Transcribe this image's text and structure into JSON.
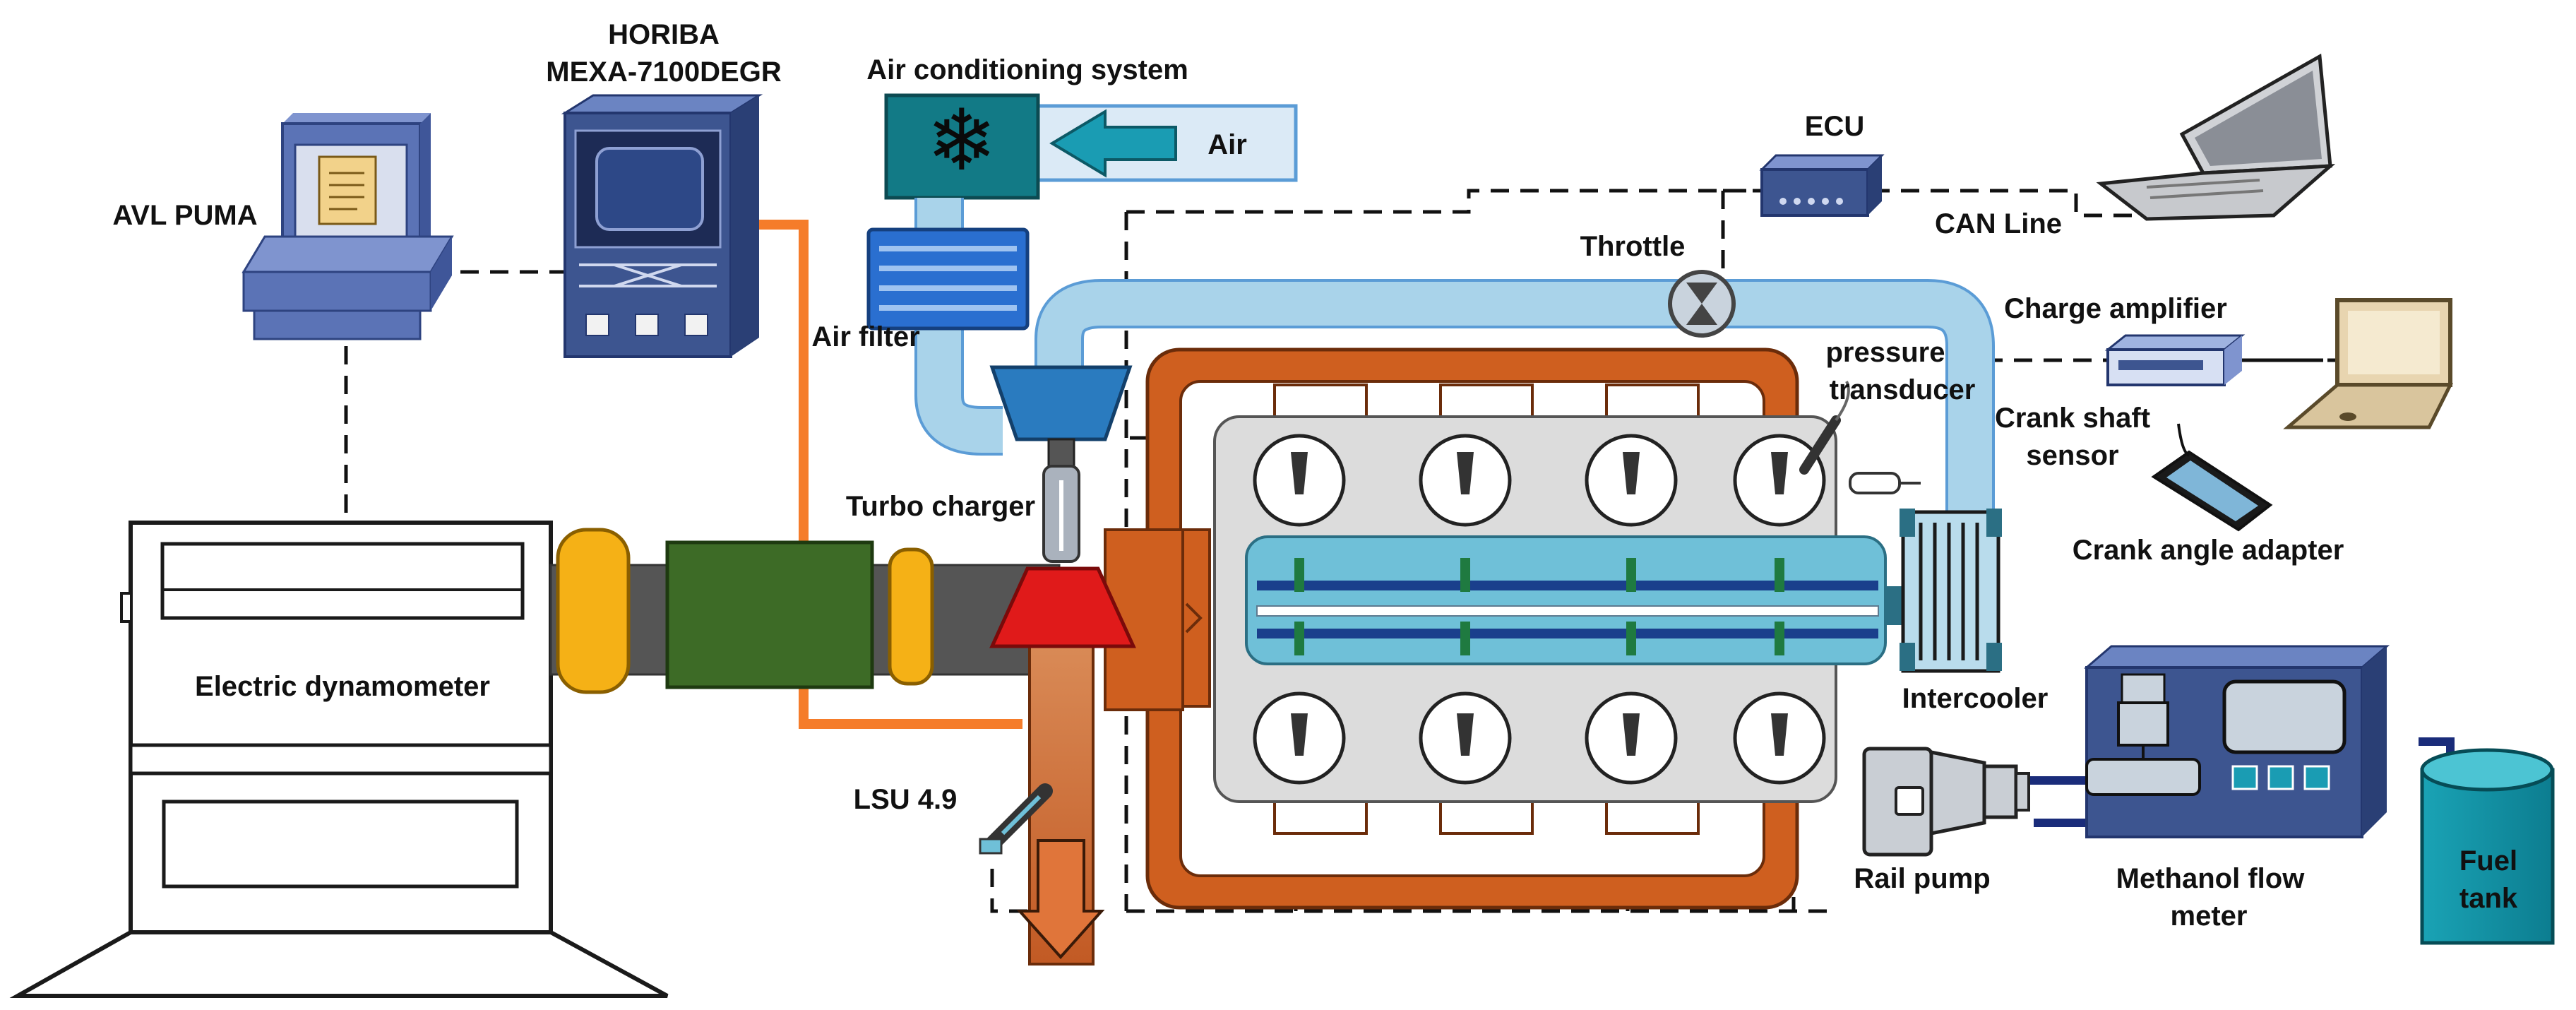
{
  "labels": {
    "horiba_line1": "HORIBA",
    "horiba_line2": "MEXA-7100DEGR",
    "air_conditioning": "Air conditioning system",
    "air": "Air",
    "ecu": "ECU",
    "avl_puma": "AVL PUMA",
    "throttle": "Throttle",
    "can_line": "CAN Line",
    "charge_amplifier": "Charge amplifier",
    "air_filter": "Air filter",
    "pressure_line1": "pressure",
    "pressure_line2": "transducer",
    "crank_shaft_line1": "Crank shaft",
    "crank_shaft_line2": "sensor",
    "turbo_charger": "Turbo charger",
    "crank_angle_adapter": "Crank angle adapter",
    "electric_dynamometer": "Electric dynamometer",
    "intercooler": "Intercooler",
    "lsu": "LSU 4.9",
    "rail_pump": "Rail pump",
    "methanol_line1": "Methanol flow",
    "methanol_line2": "meter",
    "fuel_line1": "Fuel",
    "fuel_line2": "tank"
  },
  "icons": {
    "snowflake": "❄"
  },
  "colors": {
    "monitor_blue": "#5b73b6",
    "analyzer_blue": "#3d5590",
    "intake_pipe": "#a9d3ea",
    "exhaust_orange": "#c8642a",
    "engine_block": "#cf5f1f",
    "cylinder_head": "#dcdcdc",
    "coolant": "#6fc0d8",
    "dynamometer_yellow": "#f5b116",
    "shaft_green": "#3d6b26",
    "turbine_red": "#e01a1a",
    "compressor_blue": "#2a7bbf",
    "ac_teal": "#127a86",
    "fuel_line": "#1a2c7a"
  }
}
